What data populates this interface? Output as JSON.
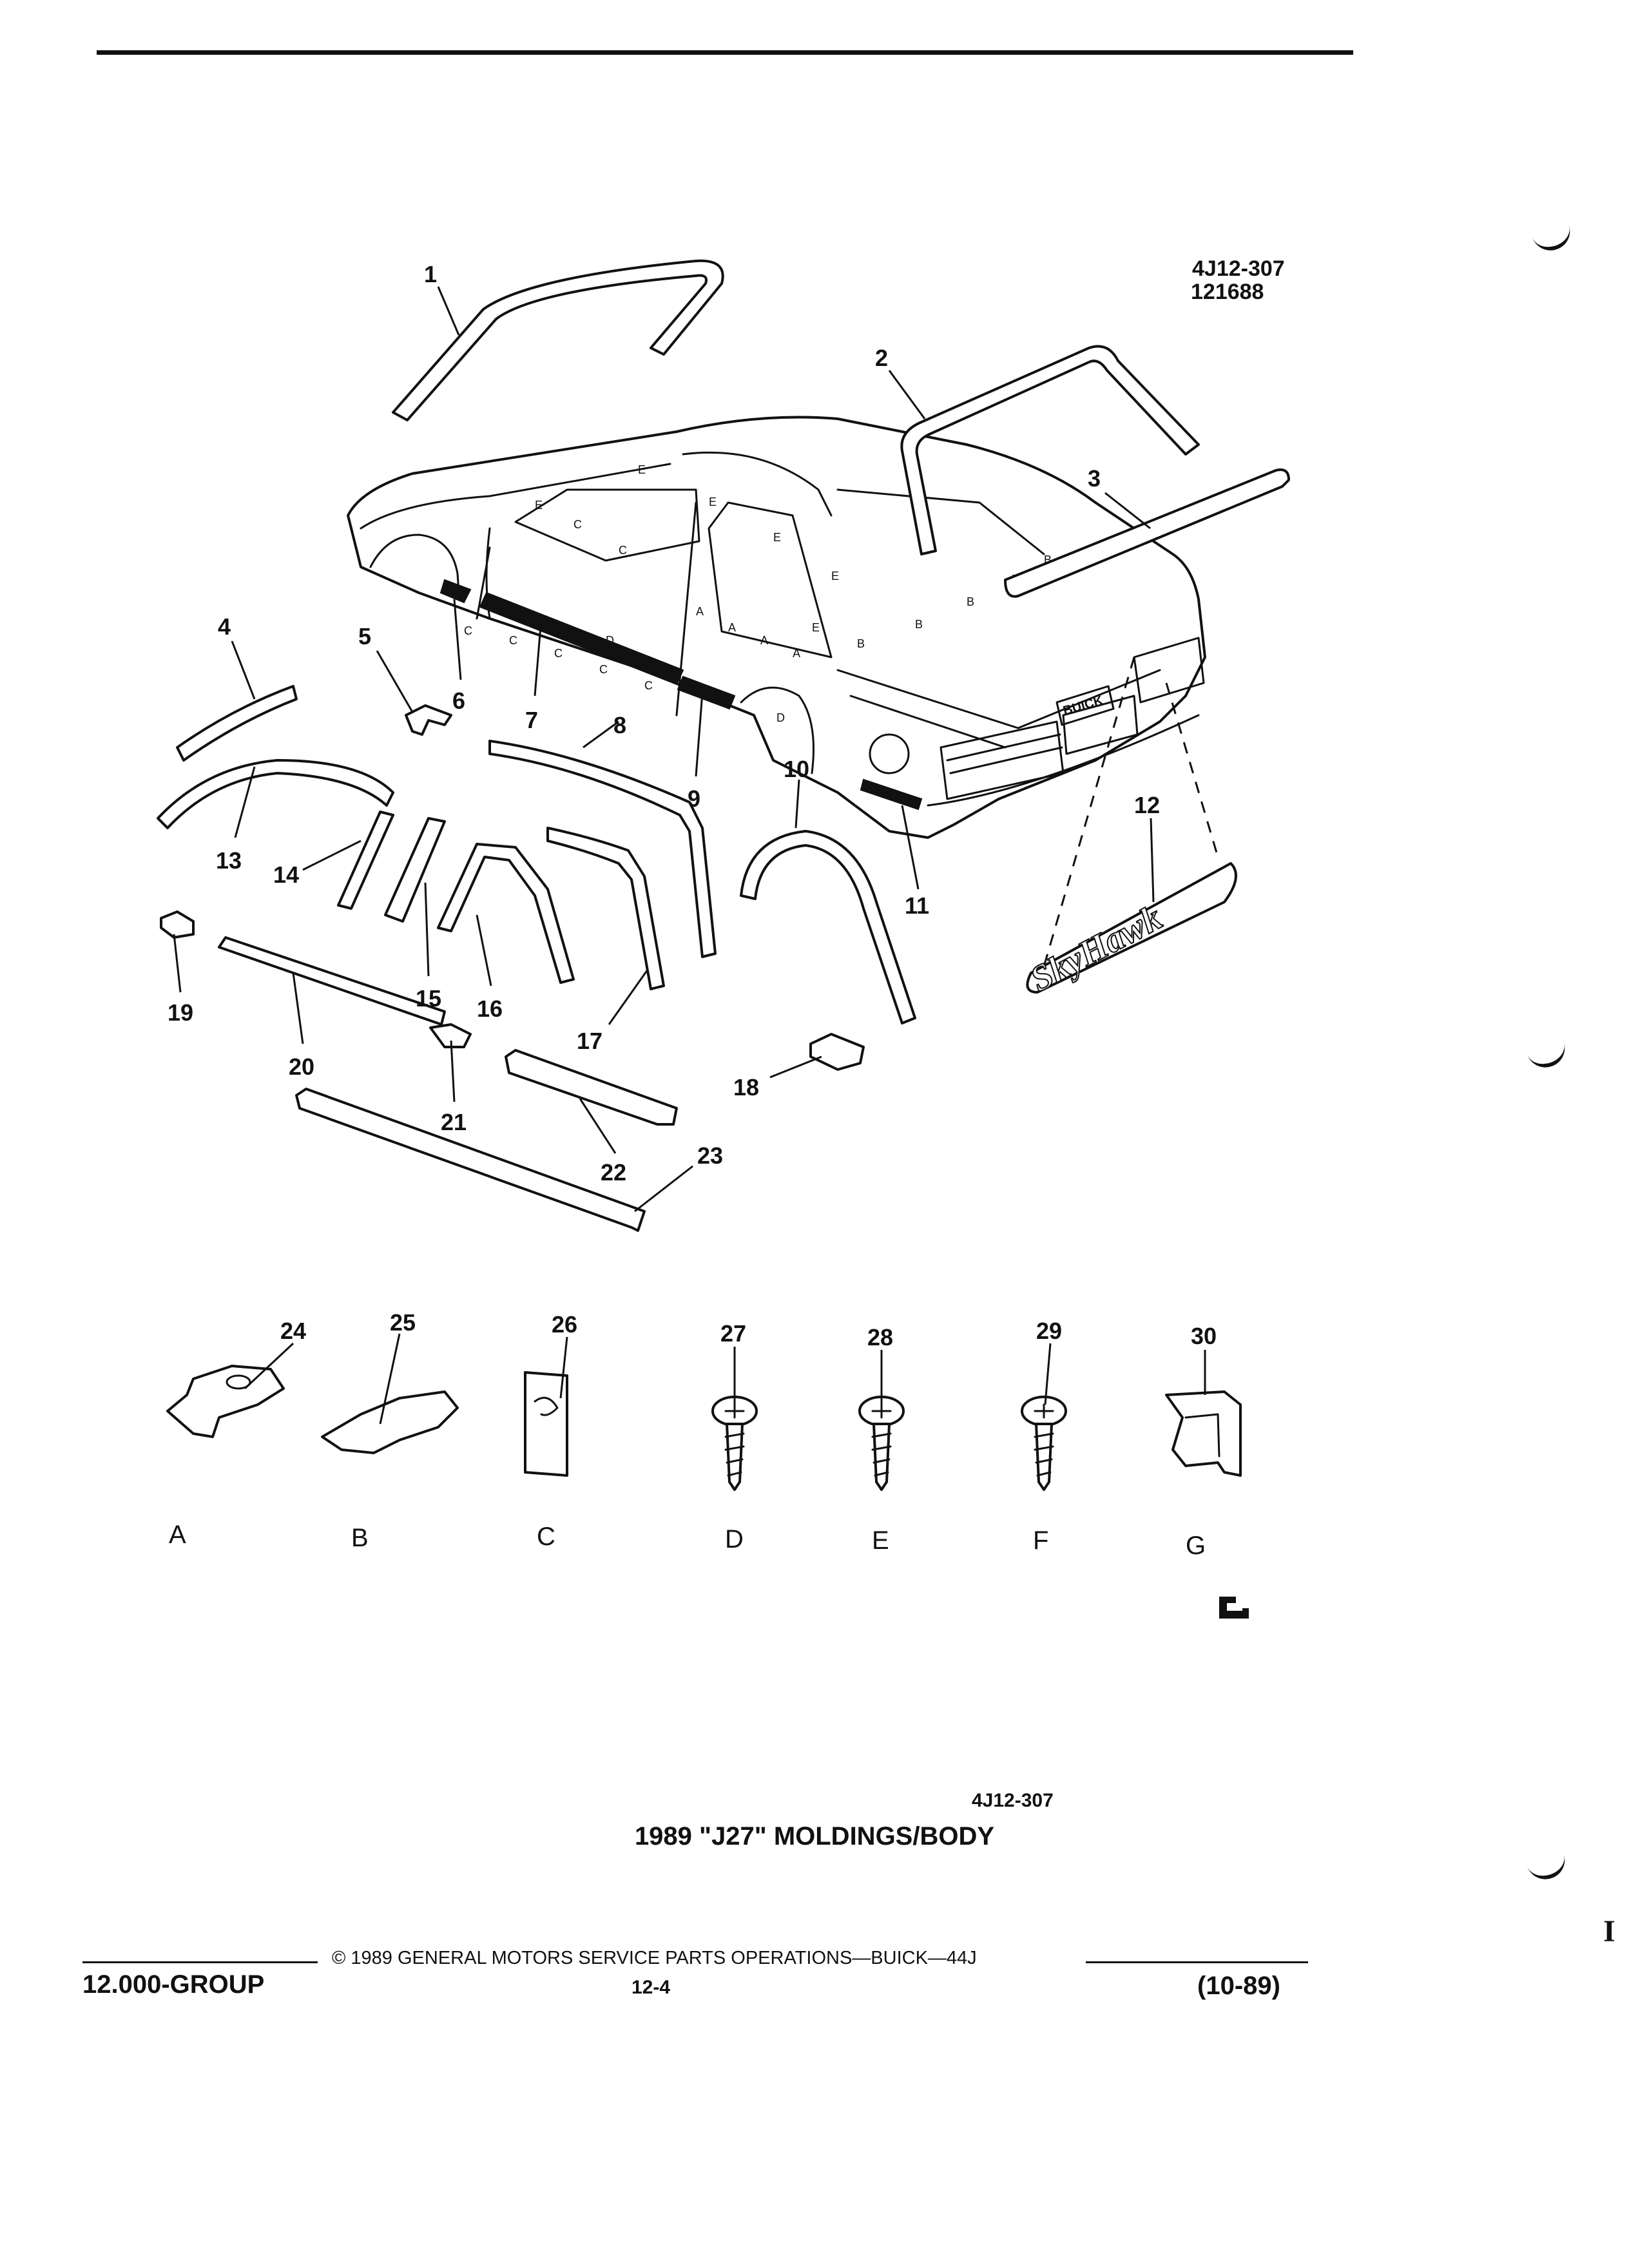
{
  "header": {
    "illustration_code": "4J12-307",
    "date_code": "121688"
  },
  "callouts": [
    "1",
    "2",
    "3",
    "4",
    "5",
    "6",
    "7",
    "8",
    "9",
    "10",
    "11",
    "12",
    "13",
    "14",
    "15",
    "16",
    "17",
    "18",
    "19",
    "20",
    "21",
    "22",
    "23",
    "24",
    "25",
    "26",
    "27",
    "28",
    "29",
    "30"
  ],
  "part_letters": [
    "A",
    "B",
    "C",
    "D",
    "E",
    "F",
    "G"
  ],
  "car_badges": {
    "trunk": "BUICK",
    "emblem": "SkyHawk"
  },
  "clip_labels": [
    "C",
    "C",
    "C",
    "C",
    "C",
    "C",
    "C",
    "A",
    "A",
    "A",
    "A",
    "B",
    "B",
    "B",
    "B",
    "B",
    "E",
    "E",
    "E",
    "E",
    "E",
    "E",
    "D",
    "D"
  ],
  "bottom_illustration_code": "4J12-307",
  "title": "1989 \"J27\" MOLDINGS/BODY",
  "footer": {
    "copyright": "© 1989 GENERAL MOTORS SERVICE PARTS OPERATIONS—BUICK—44J",
    "group": "12.000-GROUP",
    "page": "12-4",
    "date": "(10-89)"
  }
}
